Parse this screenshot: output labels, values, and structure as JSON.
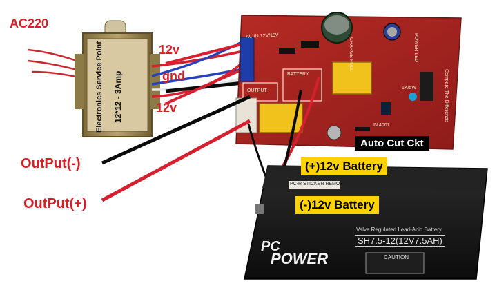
{
  "labels": {
    "ac220": "AC220",
    "v12_top": "12v",
    "gnd": "gnd",
    "v12_bottom": "12v",
    "output_neg": "OutPut(-)",
    "output_pos": "OutPut(+)",
    "auto_cut": "Auto Cut Ckt",
    "battery_pos": "(+)12v Battery",
    "battery_neg": "(-)12v Battery"
  },
  "transformer": {
    "line1": "Electronics Service Point",
    "line2": "12*12 - 3Amp"
  },
  "board": {
    "ac_in": "AC IN 12V/15V",
    "charge_full": "CHARGE FULL",
    "output": "OUTPUT",
    "battery": "BATTERY",
    "power_led": "POWER LED",
    "compare": "Compare The Difference",
    "r_1k": "1K/5W",
    "in4007": "IN 4007"
  },
  "battery": {
    "brand_pc": "PC",
    "brand_power": "POWER",
    "type": "Valve Regulated Lead-Acid Battery",
    "model": "SH7.5-12(12V7.5AH)",
    "caution": "CAUTION",
    "sticker": "PC-R STICKER REMOVED"
  },
  "colors": {
    "label_red": "#d81f26",
    "board_red": "#a3221f",
    "badge_yellow": "#ffd200",
    "battery_black": "#141414",
    "wire_red": "#d62030",
    "wire_black": "#0b0b0b"
  }
}
